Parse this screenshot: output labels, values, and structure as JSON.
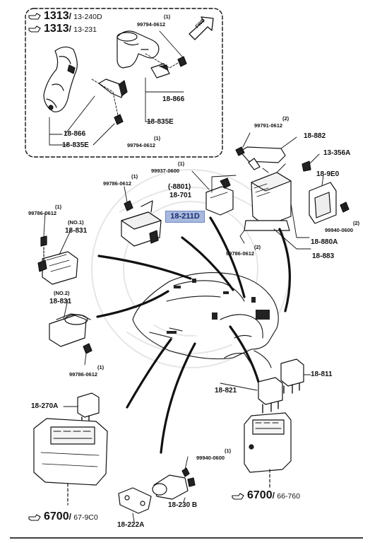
{
  "references": [
    {
      "num": "1313",
      "page": "13-240D"
    },
    {
      "num": "1313",
      "page": "13-231"
    },
    {
      "num": "6700",
      "page": "67-9C0"
    },
    {
      "num": "6700",
      "page": "66-760"
    }
  ],
  "fwd_label": "FWD",
  "part_numbers": {
    "p18866a": "18-866",
    "p18835ea": "18-835E",
    "p18866b": "18-866",
    "p18835eb": "18-835E",
    "p18882": "18-882",
    "p13356a": "13-356A",
    "p189e0": "18-9E0",
    "p18701": "18-701",
    "p18211d": "18-211D",
    "p18831a": "18-831",
    "p18831b": "18-831",
    "p18880a": "18-880A",
    "p18883": "18-883",
    "p18811": "18-811",
    "p18821": "18-821",
    "p18270a": "18-270A",
    "p18230b": "18-230 B",
    "p18222a": "18-222A",
    "serial": "(-8801)"
  },
  "bolts": {
    "b1": {
      "qty": "(1)",
      "num": "99794-0612"
    },
    "b2": {
      "qty": "(1)",
      "num": "99794-0612"
    },
    "b3": {
      "qty": "(2)",
      "num": "99791-0612"
    },
    "b4": {
      "qty": "(1)",
      "num": "99937-0600"
    },
    "b5": {
      "qty": "(1)",
      "num": "99786-0612"
    },
    "b6": {
      "qty": "(1)",
      "num": "99786-0612"
    },
    "b7": {
      "qty": "(2)",
      "num": "99940-0600"
    },
    "b8": {
      "qty": "(2)",
      "num": "99786-0612"
    },
    "b9": {
      "qty": "(1)",
      "num": "99786-0612"
    },
    "b10": {
      "qty": "(1)",
      "num": "99940-0600"
    }
  },
  "notes": {
    "no1": "(NO.1)",
    "no2": "(NO.2)"
  }
}
